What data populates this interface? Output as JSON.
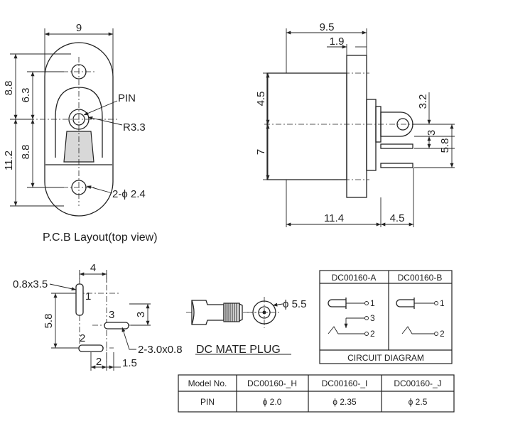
{
  "pcb_view": {
    "dims": {
      "width": "9",
      "top_total": "8.8",
      "top_inner": "6.3",
      "left_total": "11.2",
      "bottom": "8.8"
    },
    "pin_label": "PIN",
    "radius_label": "R3.3",
    "hole_label": "2-ϕ 2.4",
    "caption": "P.C.B Layout(top view)"
  },
  "side_view": {
    "dims": {
      "total_length": "9.5",
      "flange": "1.9",
      "upper": "4.5",
      "lower": "7",
      "terminal": "3.2",
      "pin_offset": "3",
      "pin_height": "5.8",
      "body": "11.4",
      "protrusion": "4.5"
    }
  },
  "footprint": {
    "dims": {
      "width": "4",
      "pad1": "0.8x3.5",
      "height": "5.8",
      "pad3_offset": "3",
      "pad2_x": "2",
      "pad_pitch": "1.5"
    },
    "pads": [
      "1",
      "2",
      "3"
    ],
    "slot_label": "2-3.0x0.8"
  },
  "mate_plug": {
    "diameter": "ϕ 5.5",
    "label": "DC MATE PLUG"
  },
  "circuit_diagram": {
    "headers": [
      "DC00160-A",
      "DC00160-B"
    ],
    "a_pins": [
      "1",
      "3",
      "2"
    ],
    "b_pins": [
      "1",
      "2"
    ],
    "caption": "CIRCUIT DIAGRAM"
  },
  "model_table": {
    "headers": [
      "Model No.",
      "DC00160-_H",
      "DC00160-_I",
      "DC00160-_J"
    ],
    "row": [
      "PIN",
      "ϕ 2.0",
      "ϕ 2.35",
      "ϕ 2.5"
    ]
  }
}
